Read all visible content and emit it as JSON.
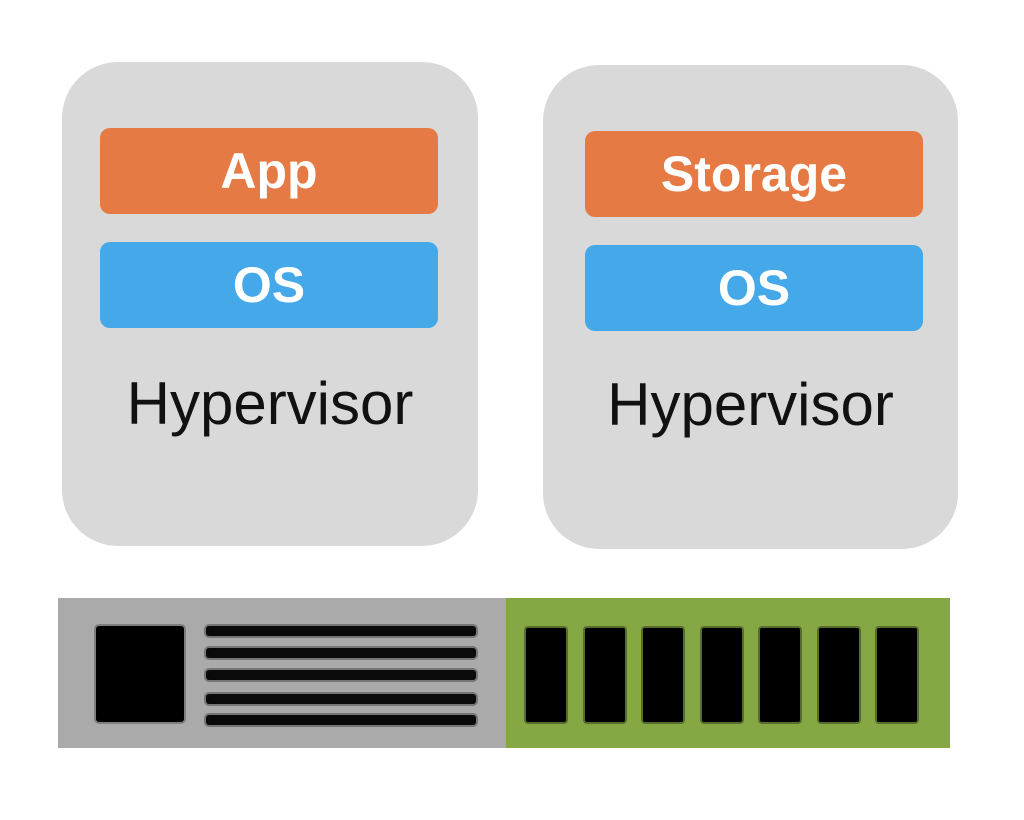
{
  "colors": {
    "vm_background": "#d9d9d9",
    "app_layer": "#e67a45",
    "os_layer": "#45a8e8",
    "server_chassis": "#aaaaaa",
    "server_storage": "#86a844",
    "hardware_slots": "#000000",
    "label_text": "#111111",
    "layer_text": "#ffffff"
  },
  "nodes": [
    {
      "top_layer": "App",
      "middle_layer": "OS",
      "base_label": "Hypervisor"
    },
    {
      "top_layer": "Storage",
      "middle_layer": "OS",
      "base_label": "Hypervisor"
    }
  ],
  "server": {
    "vent_count": 5,
    "drive_count": 7
  }
}
